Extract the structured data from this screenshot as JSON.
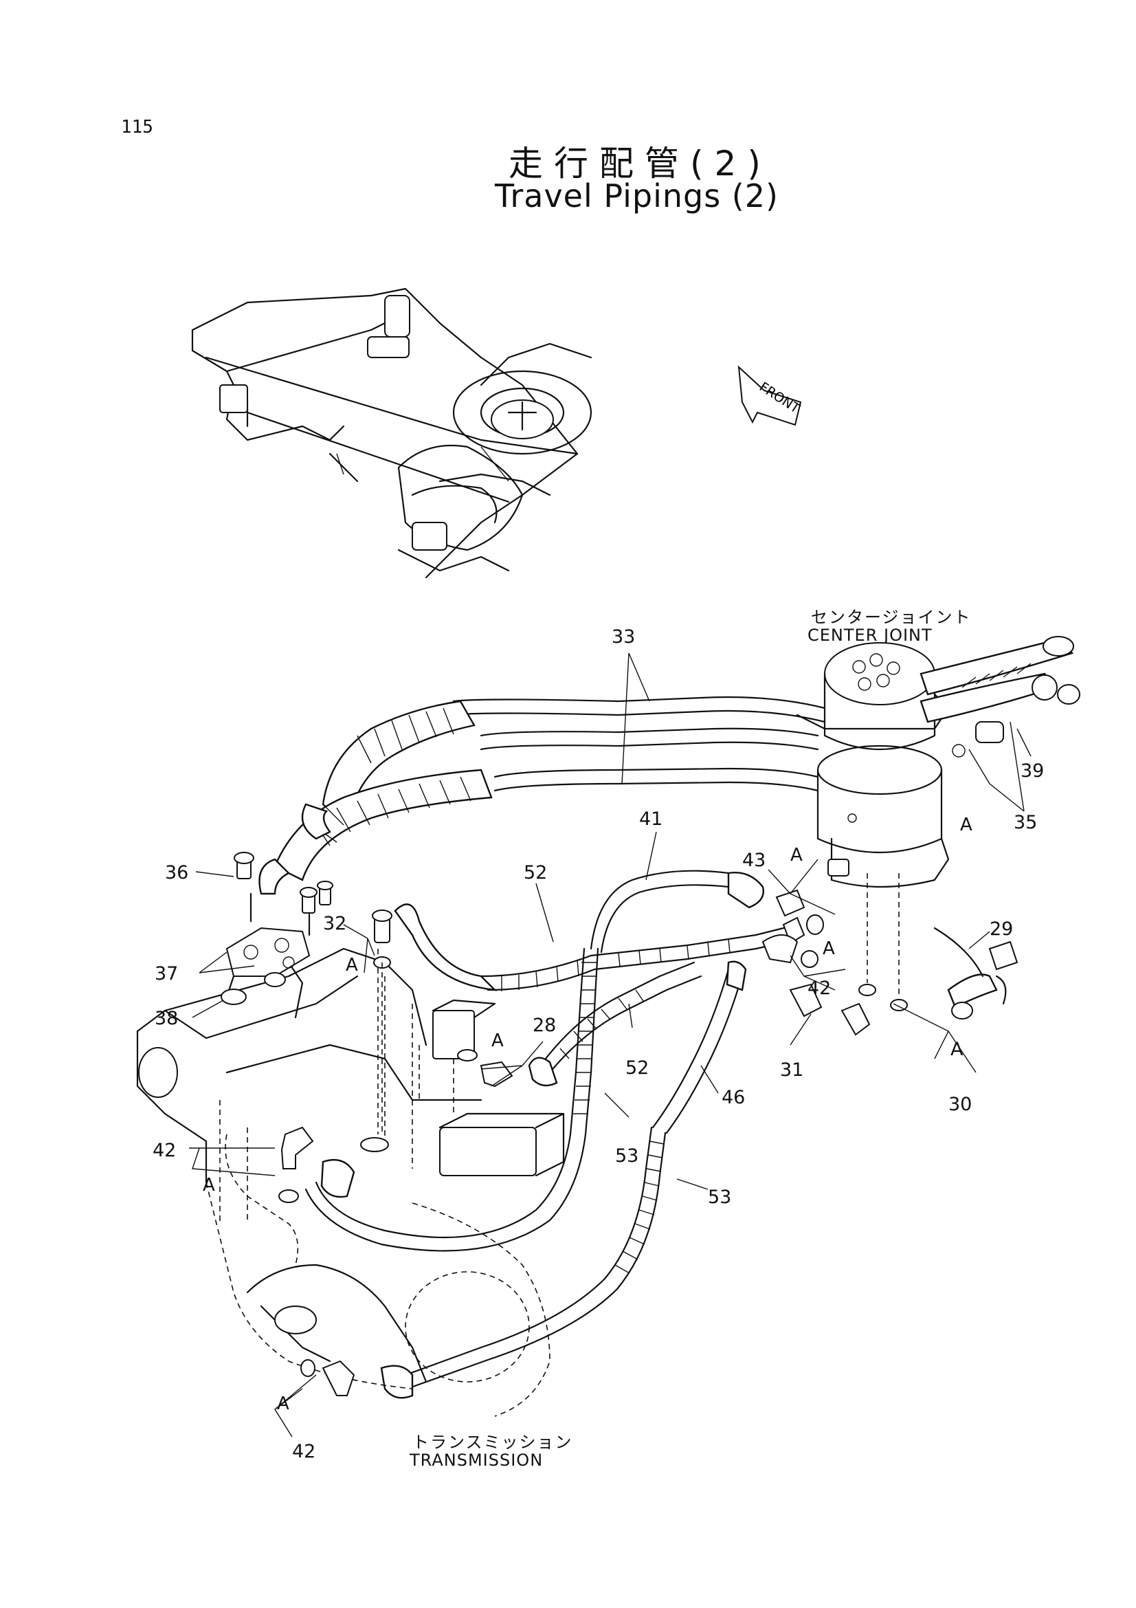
{
  "page_number": "115",
  "title_jp": "走行配管(2)",
  "title_en": "Travel Pipings (2)",
  "front_label": "FRONT",
  "components": {
    "center_joint_jp": "センタージョイント",
    "center_joint_en": "CENTER JOINT",
    "transmission_jp": "トランスミッション",
    "transmission_en": "TRANSMISSION"
  },
  "callouts": [
    "33",
    "39",
    "35",
    "43",
    "41",
    "36",
    "52",
    "29",
    "32",
    "37",
    "42",
    "38",
    "28",
    "31",
    "52",
    "A",
    "30",
    "42",
    "53",
    "46",
    "53",
    "42"
  ],
  "section_marker": "A",
  "colors": {
    "ink": "#111111",
    "paper": "#ffffff"
  }
}
